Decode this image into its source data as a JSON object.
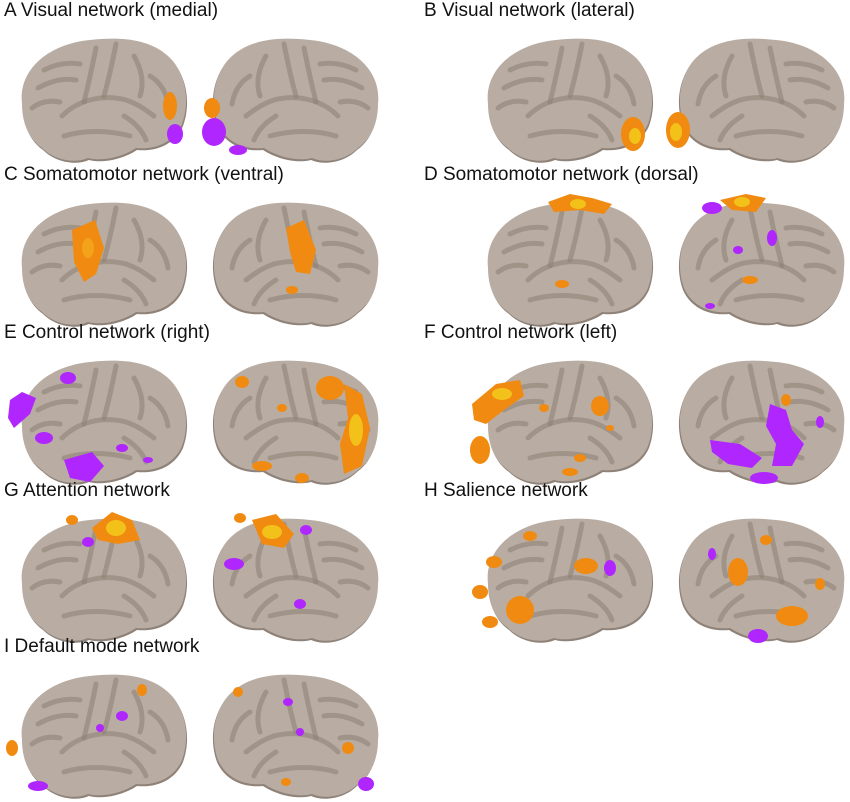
{
  "colors": {
    "cortex": "#b9ada3",
    "cortex_shadow": "#8f8278",
    "sulcus": "#8c7f75",
    "orange": "#f08a10",
    "yellow": "#f2c21a",
    "purple": "#b026ff"
  },
  "panels": [
    {
      "id": "A",
      "title": "A Visual network (medial)"
    },
    {
      "id": "B",
      "title": "B Visual network (lateral)"
    },
    {
      "id": "C",
      "title": "C Somatomotor network (ventral)"
    },
    {
      "id": "D",
      "title": "D Somatomotor network (dorsal)"
    },
    {
      "id": "E",
      "title": "E Control network (right)"
    },
    {
      "id": "F",
      "title": "F Control network (left)"
    },
    {
      "id": "G",
      "title": "G Attention network"
    },
    {
      "id": "H",
      "title": "H Salience network"
    },
    {
      "id": "I",
      "title": "I Default mode network"
    }
  ]
}
